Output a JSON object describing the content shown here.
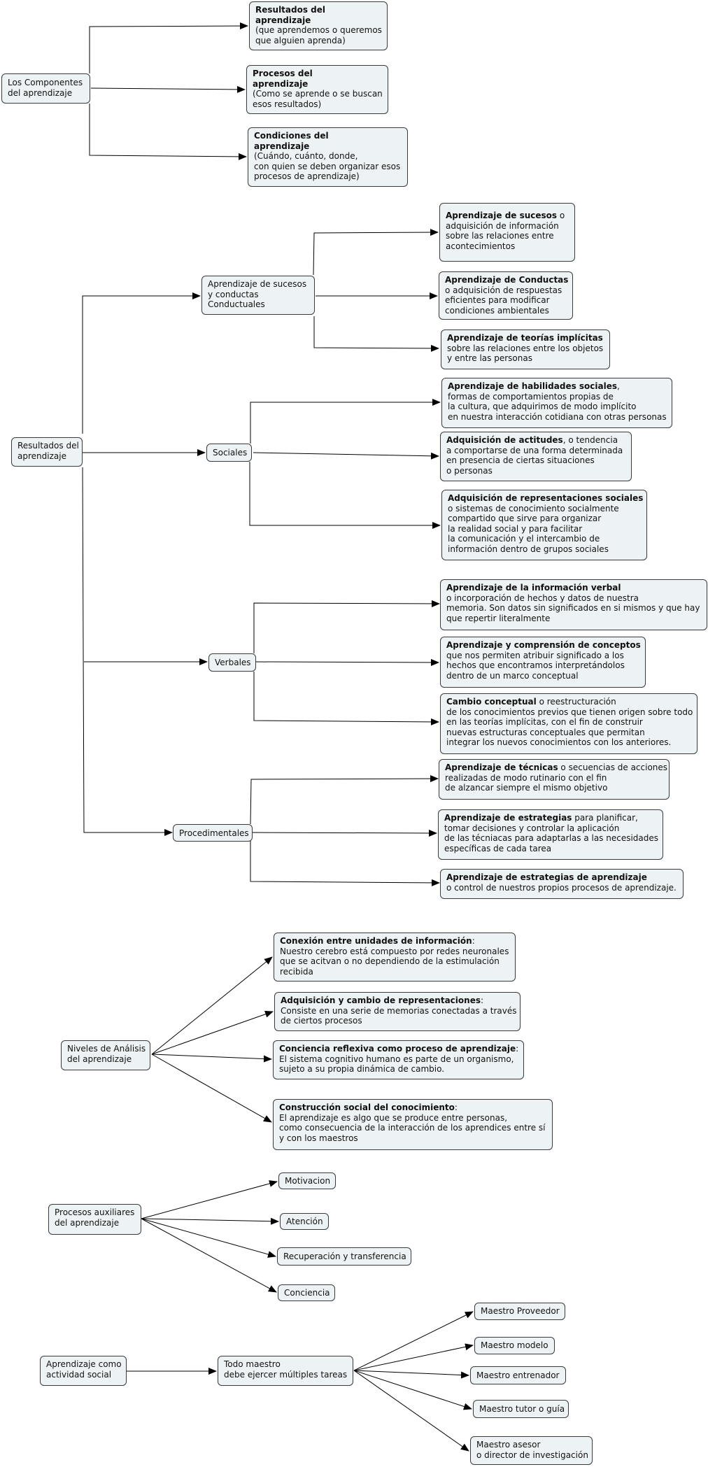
{
  "map1": {
    "root": [
      "Los Componentes",
      "del aprendizaje"
    ],
    "c1": {
      "title": [
        "Resultados del",
        "aprendizaje"
      ],
      "body": [
        "(que aprendemos o queremos",
        "que alguien aprenda)"
      ]
    },
    "c2": {
      "title": [
        "Procesos del",
        "aprendizaje"
      ],
      "body": [
        "(Como se aprende o se buscan",
        "esos resultados)"
      ]
    },
    "c3": {
      "title": [
        "Condiciones del",
        "aprendizaje"
      ],
      "body": [
        "(Cuándo, cuánto, donde,",
        "con quien se deben organizar esos",
        "procesos de aprendizaje)"
      ]
    }
  },
  "map2": {
    "root": [
      "Resultados del",
      "aprendizaje"
    ],
    "suc": {
      "label": [
        "Aprendizaje de sucesos",
        "y conductas",
        "Conductuales"
      ],
      "i1": {
        "bold": "Aprendizaje de sucesos",
        "rest": " o",
        "lines": [
          "adquisición de información",
          "sobre las relaciones entre",
          "acontecimientos"
        ]
      },
      "i2": {
        "bold": "Aprendizaje de Conductas",
        "rest": "",
        "lines": [
          "o adquisición de respuestas",
          "eficientes para modificar",
          "condiciones ambientales"
        ]
      },
      "i3": {
        "bold": "Aprendizaje de teorías implícitas",
        "rest": "",
        "lines": [
          "sobre las relaciones entre los objetos",
          "y entre las personas"
        ]
      }
    },
    "soc": {
      "label": "Sociales",
      "i1": {
        "bold": "Aprendizaje de habilidades sociales",
        "rest": ",",
        "lines": [
          "formas de comportamientos propias de",
          "la cultura, que adquirimos de  modo implícito",
          "en nuestra interacción cotidiana con otras personas"
        ]
      },
      "i2": {
        "bold": "Adquisición de actitudes",
        "rest": ", o tendencia",
        "lines": [
          "a comportarse de una forma determinada",
          "en presencia de ciertas situaciones",
          "o personas"
        ]
      },
      "i3": {
        "bold": "Adquisición de representaciones sociales",
        "rest": "",
        "lines": [
          "o sistemas de conocimiento socialmente",
          "compartido que sirve para organizar",
          "la realidad social y para facilitar",
          "la comunicación y el intercambio de",
          "información dentro de grupos sociales"
        ]
      }
    },
    "ver": {
      "label": "Verbales",
      "i1": {
        "bold": "Aprendizaje de la información verbal",
        "rest": "",
        "lines": [
          "o incorporación de hechos y datos de nuestra",
          "memoria. Son datos sin significados en si mismos y que hay",
          "que repertir literalmente"
        ]
      },
      "i2": {
        "bold": "Aprendizaje y comprensión de conceptos",
        "rest": "",
        "lines": [
          "que nos permiten atribuir significado a los",
          "hechos que encontramos interpretándolos",
          "dentro de un marco conceptual"
        ]
      },
      "i3": {
        "bold": "Cambio conceptual",
        "rest": " o reestructuración",
        "lines": [
          "de los conocimientos previos que tienen origen sobre todo",
          "en las teorías implícitas, con el fin de construir",
          "nuevas estructuras conceptuales que permitan",
          "integrar los nuevos conocimientos con los anteriores."
        ]
      }
    },
    "pro": {
      "label": "Procedimentales",
      "i1": {
        "bold": "Aprendizaje de técnicas",
        "rest": " o secuencias de acciones",
        "lines": [
          "realizadas de modo rutinario con el fin",
          "de alzancar siempre el mismo objetivo"
        ]
      },
      "i2": {
        "bold": "Aprendizaje de estrategias",
        "rest": " para planificar,",
        "lines": [
          "tomar decisiones y controlar la aplicación",
          "de las técniacas para adaptarlas a las necesidades",
          "específicas de cada tarea"
        ]
      },
      "i3": {
        "bold": "Aprendizaje de estrategias de aprendizaje",
        "rest": "",
        "lines": [
          "o control de nuestros propios procesos de aprendizaje."
        ]
      }
    }
  },
  "map3": {
    "root": [
      "Niveles de Análisis",
      "del aprendizaje"
    ],
    "n1": {
      "bold": "Conexión entre unidades de información",
      "rest": ":",
      "lines": [
        "Nuestro cerebro está compuesto por redes neuronales",
        "que se acitvan o no dependiendo de la estimulación",
        "recibida"
      ]
    },
    "n2": {
      "bold": "Adquisición y cambio de representaciones",
      "rest": ":",
      "lines": [
        "Consiste en una serie de memorias conectadas a través",
        "de ciertos procesos"
      ]
    },
    "n3": {
      "bold": "Conciencia reflexiva como proceso de aprendizaje",
      "rest": ":",
      "lines": [
        "El sistema cognitivo humano es parte de un organismo,",
        "sujeto a su propia dinámica de cambio."
      ]
    },
    "n4": {
      "bold": "Construcción social del conocimiento",
      "rest": ":",
      "lines": [
        "El aprendizaje es algo que se produce entre personas,",
        "como consecuencia de la interacción de los aprendices entre sí",
        "y con los maestros"
      ]
    }
  },
  "map4": {
    "root": [
      "Procesos auxiliares",
      "del aprendizaje"
    ],
    "items": [
      "Motivacion",
      "Atención",
      "Recuperación y transferencia",
      "Conciencia"
    ]
  },
  "map5": {
    "root": [
      "Aprendizaje como",
      "actividad social"
    ],
    "mid": [
      "Todo maestro",
      "debe ejercer múltiples tareas"
    ],
    "items": [
      "Maestro Proveedor",
      "Maestro modelo",
      "Maestro entrenador",
      "Maestro tutor o guía"
    ],
    "last": [
      "Maestro asesor",
      "o director de investigación"
    ]
  }
}
